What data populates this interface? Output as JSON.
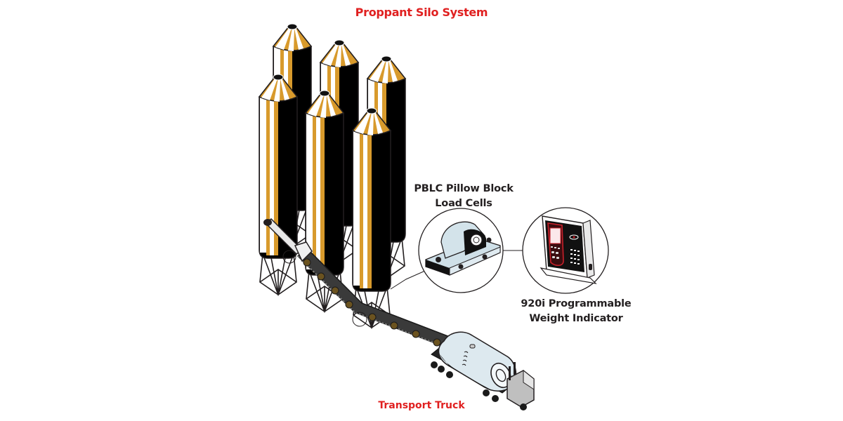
{
  "title": "Proppant Silo System",
  "labels": {
    "load_cells_line1": "PBLC Pillow Block",
    "load_cells_line2": "Load Cells",
    "indicator_line1": "920i Programmable",
    "indicator_line2": "Weight Indicator",
    "truck": "Transport Truck"
  },
  "components": {
    "silo_count": 6,
    "icons": [
      "silo-icon",
      "conveyor-belt-icon",
      "load-cell-icon",
      "weight-indicator-icon",
      "tanker-truck-icon"
    ]
  },
  "colors": {
    "title_red": "#e02020",
    "label_dark": "#231f20",
    "silo_black": "#000000",
    "silo_gold": "#d89a2c",
    "indicator_red": "#c8202a",
    "tank_blue": "#dde9ef",
    "loadcell_blue": "#cfe0e8"
  }
}
